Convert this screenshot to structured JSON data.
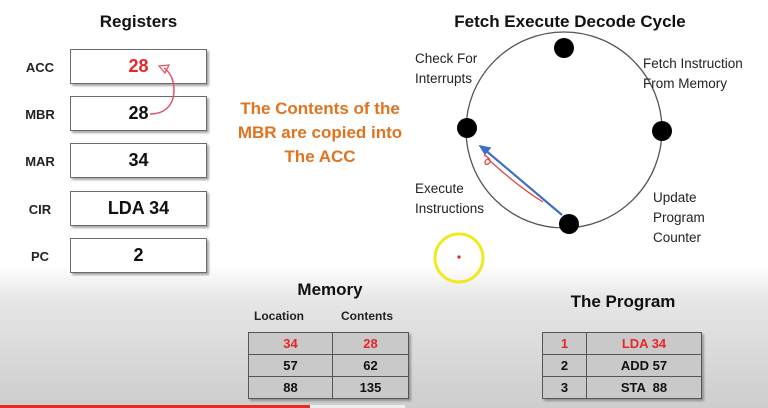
{
  "registers": {
    "title": "Registers",
    "items": [
      {
        "label": "ACC",
        "value": "28",
        "highlight": true
      },
      {
        "label": "MBR",
        "value": "28",
        "highlight": false
      },
      {
        "label": "MAR",
        "value": "34",
        "highlight": false
      },
      {
        "label": "CIR",
        "value": "LDA 34",
        "highlight": false
      },
      {
        "label": "PC",
        "value": "2",
        "highlight": false
      }
    ]
  },
  "note": {
    "lines": [
      "The Contents of the",
      "MBR are copied into",
      "The ACC"
    ]
  },
  "cycle": {
    "title": "Fetch Execute Decode Cycle",
    "stages": {
      "check_interrupts": [
        "Check For",
        "Interrupts"
      ],
      "fetch": [
        "Fetch Instruction",
        "From Memory"
      ],
      "execute": [
        "Execute",
        "Instructions"
      ],
      "update_pc": [
        "Update",
        "Program",
        "Counter"
      ]
    }
  },
  "memory": {
    "title": "Memory",
    "headers": [
      "Location",
      "Contents"
    ],
    "rows": [
      {
        "location": "34",
        "contents": "28",
        "highlight": true
      },
      {
        "location": "57",
        "contents": "62",
        "highlight": false
      },
      {
        "location": "88",
        "contents": "135",
        "highlight": false
      }
    ]
  },
  "program": {
    "title": "The Program",
    "rows": [
      {
        "line": "1",
        "instruction": "LDA 34",
        "highlight": true
      },
      {
        "line": "2",
        "instruction": "ADD 57",
        "highlight": false
      },
      {
        "line": "3",
        "instruction": "STA  88",
        "highlight": false
      }
    ]
  },
  "colors": {
    "highlight": "#e8262a",
    "note": "#e0731f",
    "arrow_blue": "#3f6fc6",
    "cursor_ring": "#f2e81f"
  },
  "video_progress": 0.4
}
